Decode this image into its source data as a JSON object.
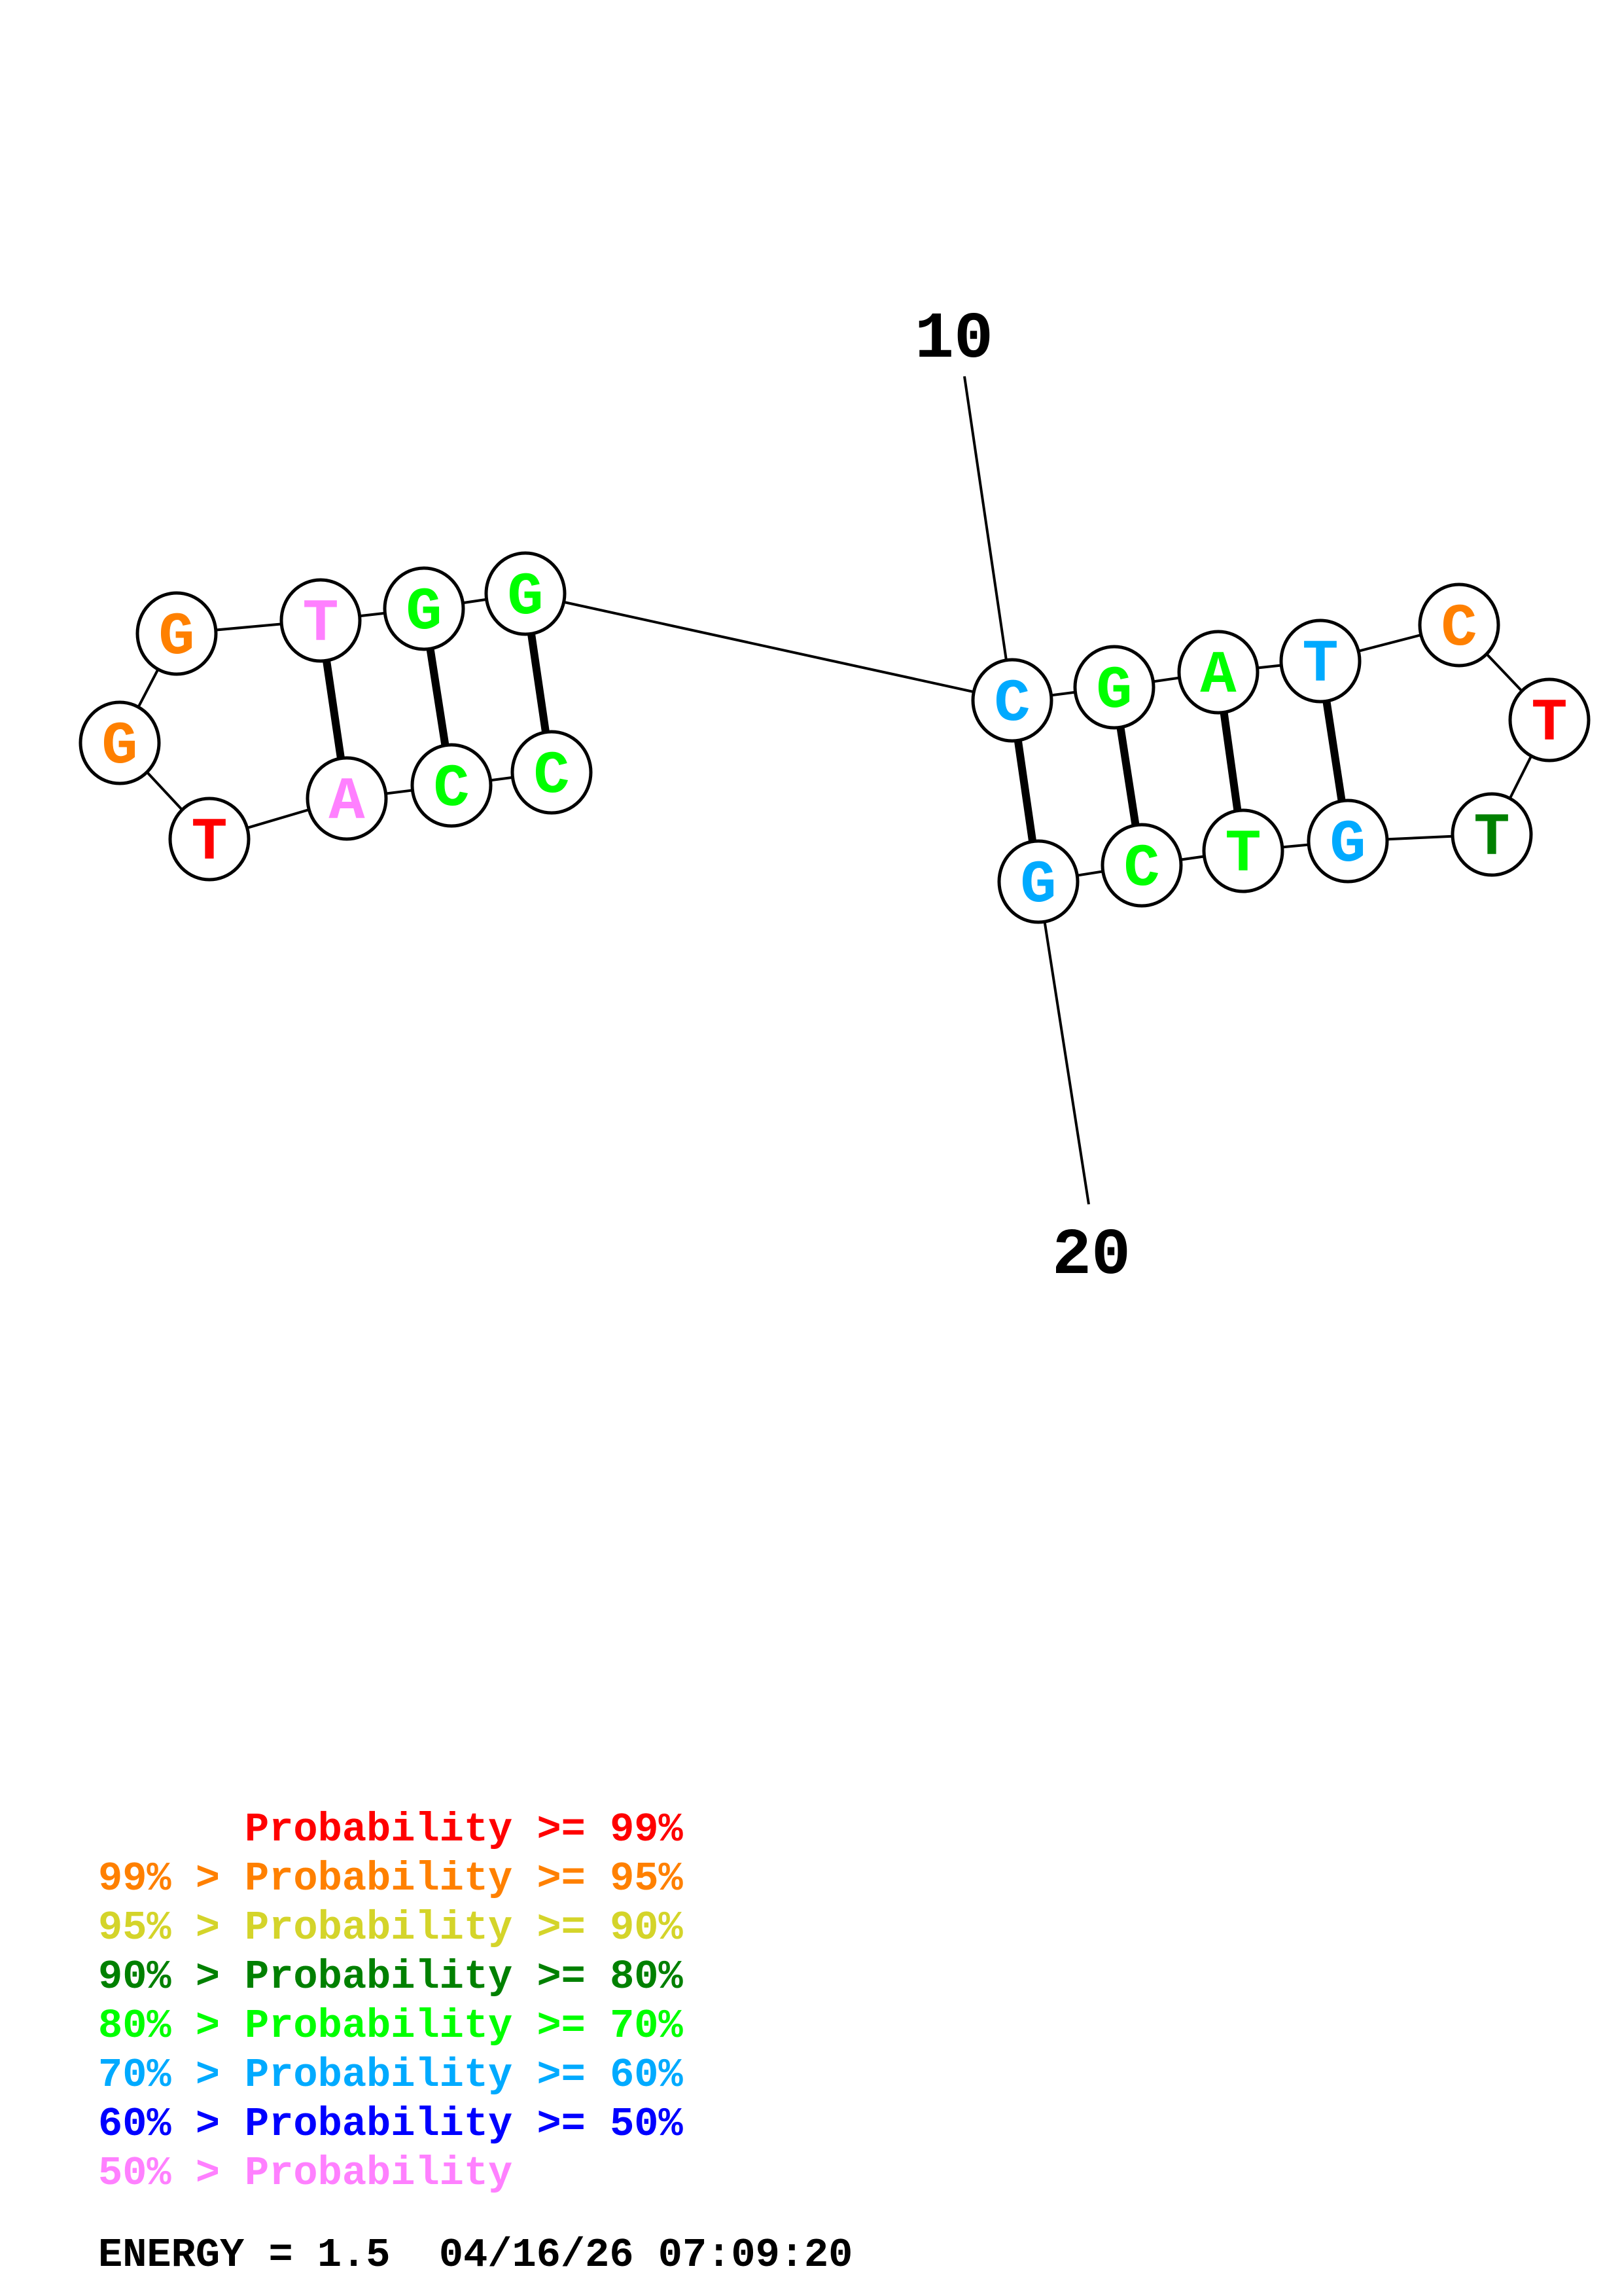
{
  "structure": {
    "sequence": [
      "C",
      "C",
      "A",
      "T",
      "G",
      "G",
      "T",
      "G",
      "G",
      "C",
      "G",
      "A",
      "T",
      "C",
      "T",
      "T",
      "G",
      "T",
      "C",
      "G"
    ],
    "nucleotides": [
      {
        "index": 1,
        "base": "C",
        "color": "#00ff00"
      },
      {
        "index": 2,
        "base": "C",
        "color": "#00ff00"
      },
      {
        "index": 3,
        "base": "A",
        "color": "#ff80ff"
      },
      {
        "index": 4,
        "base": "T",
        "color": "#ff0000"
      },
      {
        "index": 5,
        "base": "G",
        "color": "#ff8000"
      },
      {
        "index": 6,
        "base": "G",
        "color": "#ff8000"
      },
      {
        "index": 7,
        "base": "T",
        "color": "#ff80ff"
      },
      {
        "index": 8,
        "base": "G",
        "color": "#00ff00"
      },
      {
        "index": 9,
        "base": "G",
        "color": "#00ff00"
      },
      {
        "index": 10,
        "base": "C",
        "color": "#00aaff"
      },
      {
        "index": 11,
        "base": "G",
        "color": "#00ff00"
      },
      {
        "index": 12,
        "base": "A",
        "color": "#00ff00"
      },
      {
        "index": 13,
        "base": "T",
        "color": "#00aaff"
      },
      {
        "index": 14,
        "base": "C",
        "color": "#ff8000"
      },
      {
        "index": 15,
        "base": "T",
        "color": "#ff0000"
      },
      {
        "index": 16,
        "base": "T",
        "color": "#008000"
      },
      {
        "index": 17,
        "base": "G",
        "color": "#00aaff"
      },
      {
        "index": 18,
        "base": "T",
        "color": "#00ff00"
      },
      {
        "index": 19,
        "base": "C",
        "color": "#00ff00"
      },
      {
        "index": 20,
        "base": "G",
        "color": "#00aaff"
      }
    ],
    "pairs": [
      [
        1,
        9
      ],
      [
        2,
        8
      ],
      [
        3,
        7
      ],
      [
        10,
        20
      ],
      [
        11,
        19
      ],
      [
        12,
        18
      ],
      [
        13,
        17
      ]
    ],
    "position_labels": [
      {
        "index": 10,
        "text": "10"
      },
      {
        "index": 20,
        "text": "20"
      }
    ]
  },
  "legend": {
    "rows": [
      {
        "prefix": "    ",
        "text": "Probability >= 99%",
        "color": "#ff0000"
      },
      {
        "prefix": "99% > ",
        "text": "Probability >= 95%",
        "color": "#ff8000"
      },
      {
        "prefix": "95% > ",
        "text": "Probability >= 90%",
        "color": "#d4d42a"
      },
      {
        "prefix": "90% > ",
        "text": "Probability >= 80%",
        "color": "#008000"
      },
      {
        "prefix": "80% > ",
        "text": "Probability >= 70%",
        "color": "#00ff00"
      },
      {
        "prefix": "70% > ",
        "text": "Probability >= 60%",
        "color": "#00aaff"
      },
      {
        "prefix": "60% > ",
        "text": "Probability >= 50%",
        "color": "#0000ff"
      },
      {
        "prefix": "50% > ",
        "text": "Probability",
        "color": "#ff80ff"
      }
    ]
  },
  "footer": {
    "energy": "ENERGY = 1.5  04/16/26 07:09:20"
  }
}
